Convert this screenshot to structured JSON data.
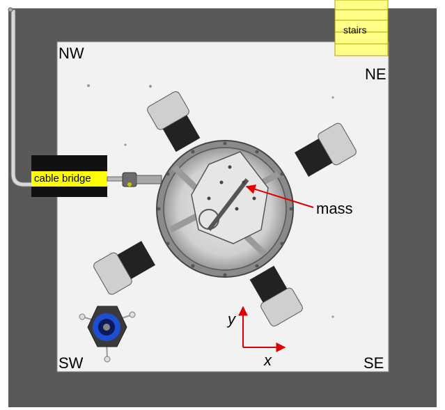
{
  "corners": {
    "nw": "NW",
    "ne": "NE",
    "sw": "SW",
    "se": "SE"
  },
  "labels": {
    "stairs": "stairs",
    "cable_bridge": "cable bridge",
    "mass": "mass"
  },
  "axes": {
    "x": "x",
    "y": "y"
  },
  "colors": {
    "wall": "#595959",
    "floor": "#f2f2f2",
    "stairs": "#ffff88",
    "cable_bridge_label": "#ffff00",
    "cable_bridge_body": "#111111",
    "arrow": "#e00000",
    "chamber": "#c9c9c9"
  },
  "icons": [
    "chamber-icon",
    "pump-icon",
    "feedthrough-icon"
  ]
}
